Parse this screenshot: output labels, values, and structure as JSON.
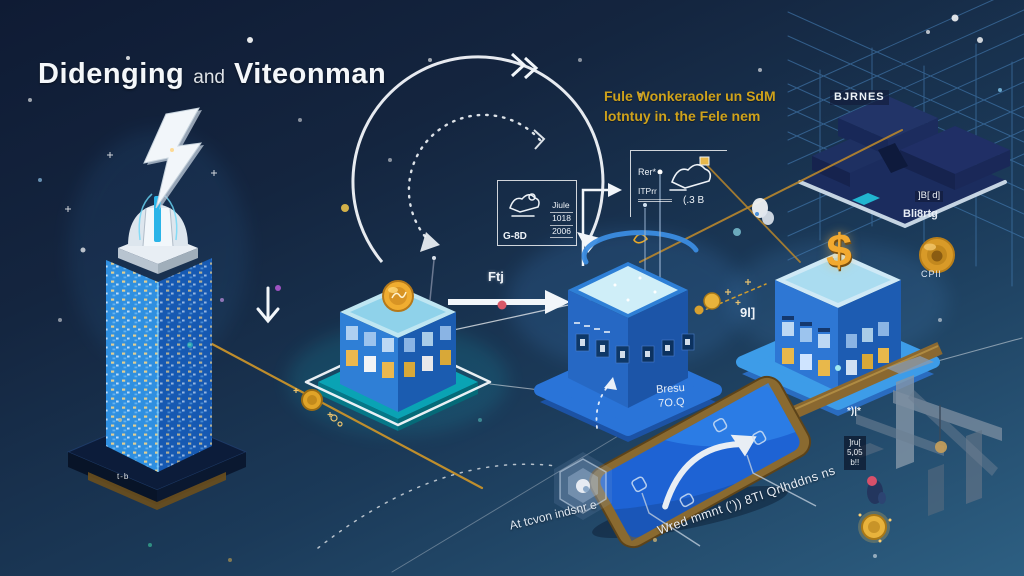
{
  "colors": {
    "background_top": "#0f1b34",
    "background_bottom": "#2d5f82",
    "accent_gold": "#cfa21b",
    "building_blue": "#2e77d4",
    "teal_platform": "#0aa3b4",
    "coin_gold": "#f0ad30"
  },
  "title": {
    "word1": "Didenging",
    "conjunction": "and",
    "word2": "Viteonman"
  },
  "subtitle": {
    "line1": "Fule Wonkeraoler un SdM",
    "line2": "lotntuy in. the Fele nem"
  },
  "rule_panel": {
    "row1": "Jiule",
    "row2": "1018",
    "row3": "2006",
    "corner": "G-8D"
  },
  "ree_panel": {
    "tag": "Rer*",
    "rows": "ITPrr",
    "value": "(.3 B"
  },
  "flow": {
    "arrow_label": "Ftj",
    "coin_glyph": "9l]"
  },
  "wireframe": {
    "label": "BJRNES",
    "chip1": "]B[ d]",
    "chip2": "Bli8rtg",
    "coin_label": "CPll"
  },
  "crane": {
    "label": "*)|*",
    "chip_line1": "]ru[",
    "chip_line2": "5,05",
    "chip_line3": "b!!"
  },
  "phone": {
    "top_line1": "Bresu",
    "top_line2": "7O.Q",
    "caption": "Wred mmnt (')) 8TI Qrlhddns ns"
  },
  "hexagon": {
    "caption": "At tcvon indsnr e"
  },
  "tower": {
    "base_mark": "t-b"
  },
  "right_building": {
    "dollar_sign": "$"
  }
}
